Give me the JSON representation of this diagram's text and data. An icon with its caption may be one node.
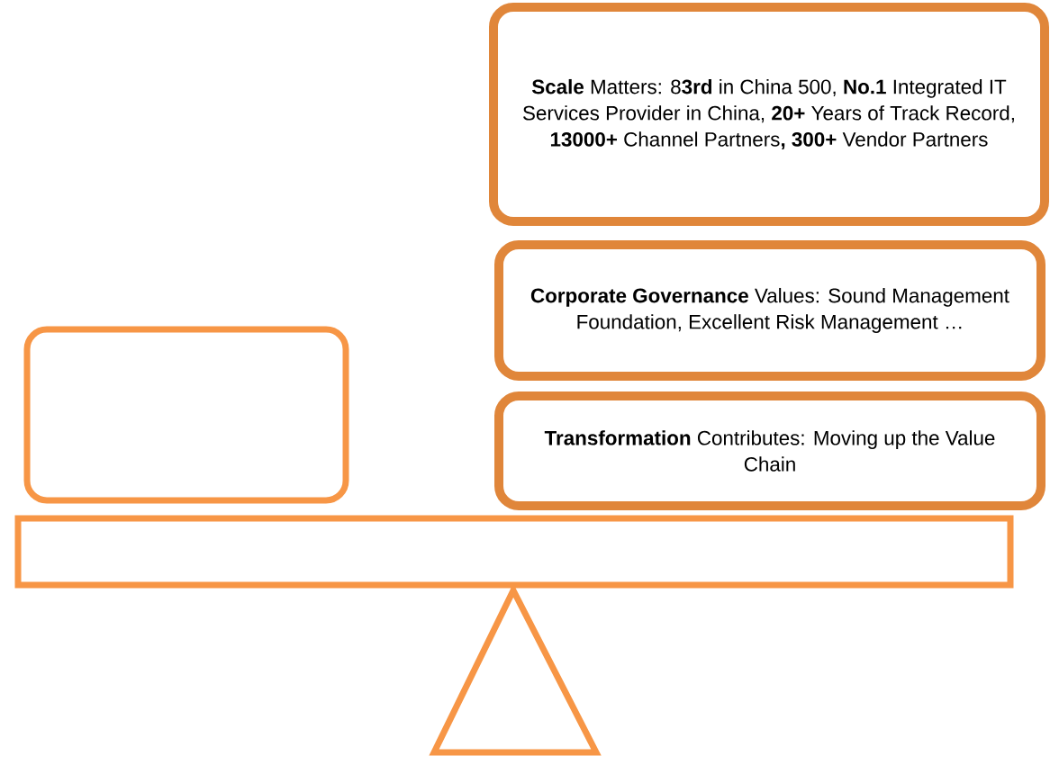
{
  "diagram": {
    "nodes": [
      {
        "text": [
          "**Scale** Matters: 8**3rd** in China 500, **No.1** Integrated IT Services Provider in China, **20+** Years of Track Record, **13000+** Channel Partners**,** **300+** Vendor Partners"
        ]
      },
      {
        "text": [
          "**Corporate Governance** Values: Sound Management Foundation, Excellent Risk Management …"
        ]
      },
      {
        "text": [
          "**Transformation** Contributes: Moving up the Value Chain"
        ]
      },
      {
        "text": [],
        "shape": "box"
      }
    ]
  }
}
